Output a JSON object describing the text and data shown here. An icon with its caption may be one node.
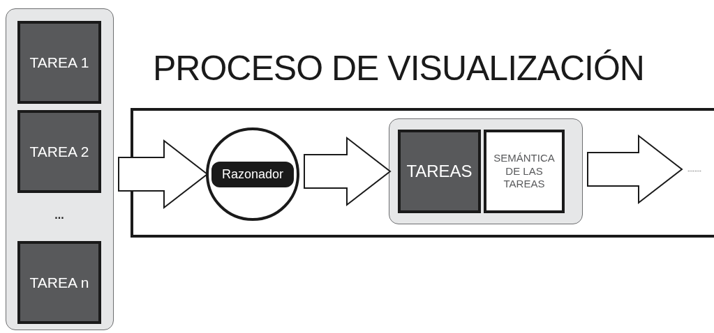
{
  "diagram": {
    "nodes": [
      {
        "text": [],
        "shape": "box"
      },
      {
        "text": [
          "TAREA 1"
        ],
        "in": 0
      },
      {
        "text": [
          "TAREA 2"
        ],
        "in": 0
      },
      {
        "text": [
          "TAREA n"
        ],
        "in": 0
      },
      {
        "text": [
          "PROCESO DE VISUALIZACIÓN"
        ]
      },
      {
        "text": [
          "Razonador"
        ],
        "in": 4
      },
      {
        "text": [],
        "shape": "box",
        "in": 4
      },
      {
        "text": [
          "TAREAS"
        ],
        "in": 6
      },
      {
        "text": [
          "SEMÁNTICA DE LAS TAREAS"
        ],
        "in": 6
      },
      {
        "text": [
          "........"
        ],
        "in": 4
      }
    ],
    "edges": [
      {
        "from": 0,
        "to": 5,
        "arrow": "to",
        "style": "thick"
      },
      {
        "from": 5,
        "to": 6,
        "arrow": "to",
        "style": "thick"
      },
      {
        "from": 6,
        "to": 9,
        "arrow": "to",
        "style": "thick"
      }
    ],
    "labels": [
      "..."
    ]
  }
}
